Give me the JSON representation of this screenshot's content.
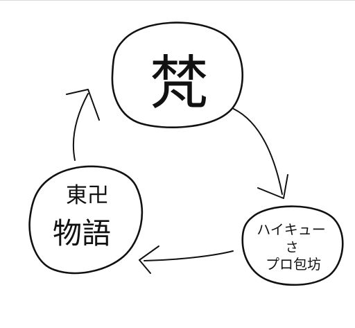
{
  "diagram": {
    "nodes": [
      {
        "id": "top",
        "label": "梵"
      },
      {
        "id": "right",
        "label_line1": "ハイキュー",
        "label_line2": "さ",
        "label_line3": "プロ包坊"
      },
      {
        "id": "left",
        "label_line1": "東卍",
        "label_line2": "物語"
      }
    ],
    "edges": [
      {
        "from": "top",
        "to": "right"
      },
      {
        "from": "right",
        "to": "left"
      },
      {
        "from": "left",
        "to": "top"
      }
    ],
    "colors": {
      "ink": "#111111",
      "background": "#ffffff"
    }
  }
}
